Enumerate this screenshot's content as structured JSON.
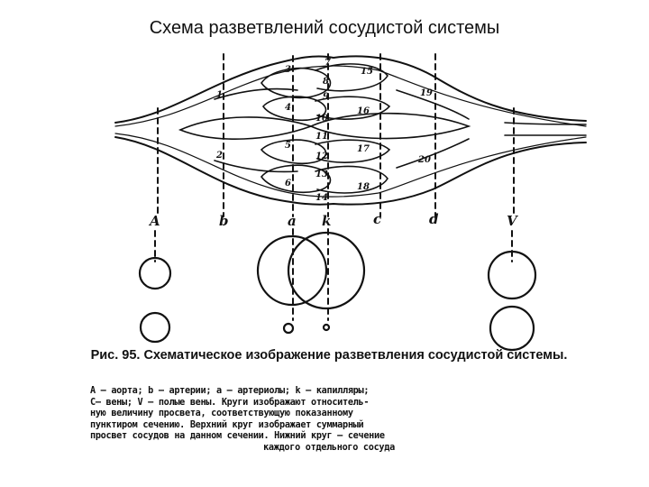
{
  "title": "Схема разветвлений сосудистой системы",
  "diagram": {
    "vessel_numbers": [
      "1",
      "2",
      "3",
      "4",
      "5",
      "6",
      "7",
      "8",
      "9",
      "10",
      "11",
      "12",
      "13",
      "14",
      "15",
      "16",
      "17",
      "18",
      "19",
      "20"
    ],
    "section_labels": {
      "A": "A",
      "b": "b",
      "a": "a",
      "k": "k",
      "c": "c",
      "d": "d",
      "V": "V"
    }
  },
  "caption": {
    "figure_title": "Рис. 95. Схематическое изображение разветвления сосудистой системы.",
    "lines": [
      "A — аорта; b — артерии; a — артериолы; k — капилляры;",
      "C— вены; V — полые вены. Круги изображают относитель-",
      "ную величину просвета, соответствующую показанному",
      "пунктиром сечению. Верхний круг изображает суммарный",
      "просвет сосудов на данном сечении. Нижний круг — сечение",
      "каждого отдельного сосуда"
    ]
  }
}
